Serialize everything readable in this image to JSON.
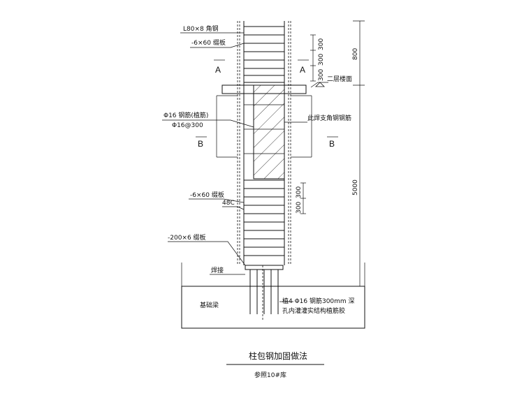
{
  "labels": {
    "angle_steel": "L80×8 角钢",
    "batten_top": "-6×60 缀板",
    "batten_mid": "-6×60 缀板",
    "small_angle": "48C",
    "base_plate": "-200×6 缀板",
    "weld": "焊接",
    "foundation": "基础梁",
    "floor_level": "二层楼面",
    "rebar": "Φ16 钢筋(植筋)",
    "rebar_spacing": "Φ16@300",
    "through_rebar": "此焊支角钢钢筋",
    "anchor_line1": "植4 Φ16 钢筋300mm 深",
    "anchor_line2": "孔内灌灌实结构植筋胶"
  },
  "sections": {
    "a_left": "A",
    "a_right": "A",
    "b_left": "B",
    "b_right": "B"
  },
  "dimensions": {
    "d300_1": "300",
    "d300_2": "300",
    "d300_3": "300",
    "d300_4": "300",
    "d300_5": "300",
    "d800": "800",
    "d5000": "5000"
  },
  "title": {
    "main": "柱包钢加固做法",
    "sub": "参照10#库"
  }
}
